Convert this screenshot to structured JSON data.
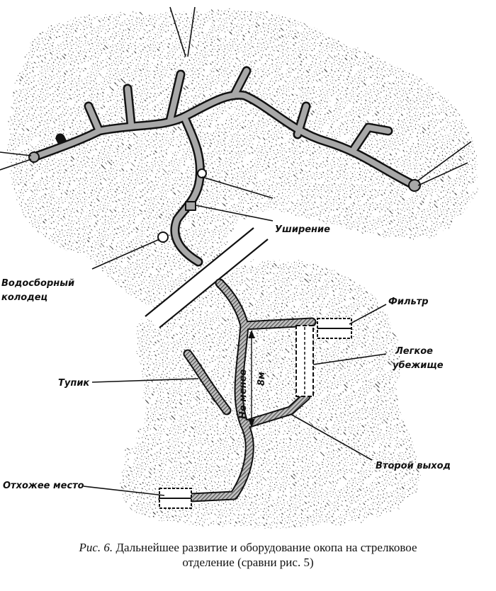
{
  "figure": {
    "labels": {
      "widening": "Уширение",
      "water_well_line1": "Водосборный",
      "water_well_line2": "колодец",
      "filter": "Фильтр",
      "shelter_line1": "Легкое",
      "shelter_line2": "убежище",
      "dead_end": "Тупик",
      "distance_line1": "Не менее",
      "distance_line2": "8м",
      "second_exit": "Второй выход",
      "latrine": "Отхожее место"
    }
  },
  "caption": {
    "figure_number": "Рис. 6.",
    "line1": "Дальнейшее развитие и оборудование  окопа на стрелковое",
    "line2": "отделение (сравни рис. 5)"
  }
}
